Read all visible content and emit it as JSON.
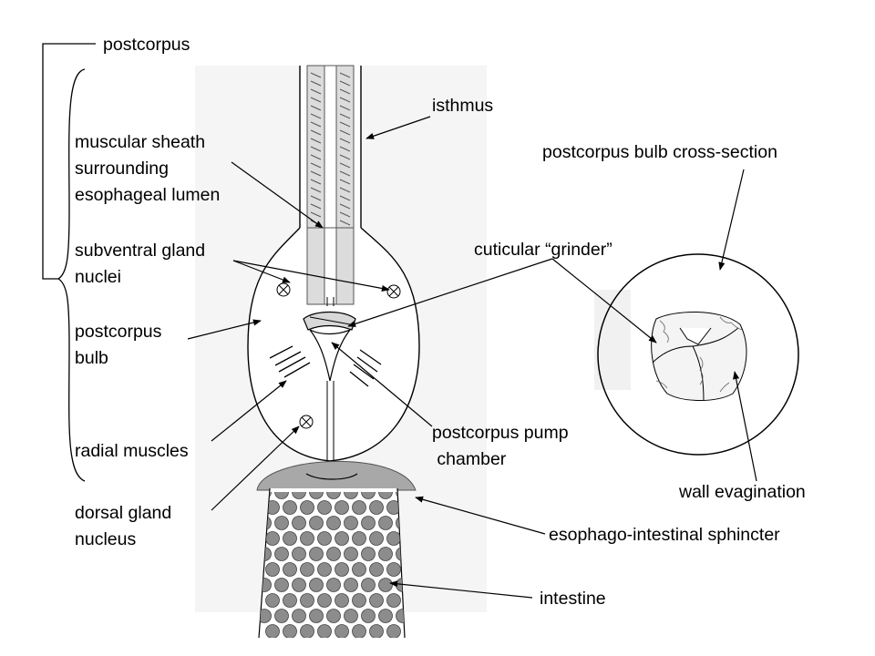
{
  "labels": {
    "postcorpus": "postcorpus",
    "isthmus": "isthmus",
    "muscular_sheath": [
      "muscular sheath",
      "surrounding",
      "esophageal lumen"
    ],
    "subventral_gland": [
      "subventral gland",
      "nuclei"
    ],
    "postcorpus_bulb": [
      "postcorpus",
      "bulb"
    ],
    "radial_muscles": "radial muscles",
    "dorsal_gland": [
      "dorsal gland",
      "nucleus"
    ],
    "cuticular_grinder": "cuticular “grinder”",
    "pump_chamber": [
      "postcorpus pump",
      " chamber"
    ],
    "cross_section": "postcorpus bulb cross-section",
    "wall_evagination": "wall evagination",
    "sphincter": "esophago-intestinal sphincter",
    "intestine": "intestine"
  },
  "colors": {
    "line": "#000000",
    "bulb_fill": "#ffffff",
    "lumen_fill": "#d4d4d4",
    "sphincter_fill": "#a8a8a8",
    "granule_fill": "#8c8c8c",
    "background_shade": "#f3f3f3"
  }
}
